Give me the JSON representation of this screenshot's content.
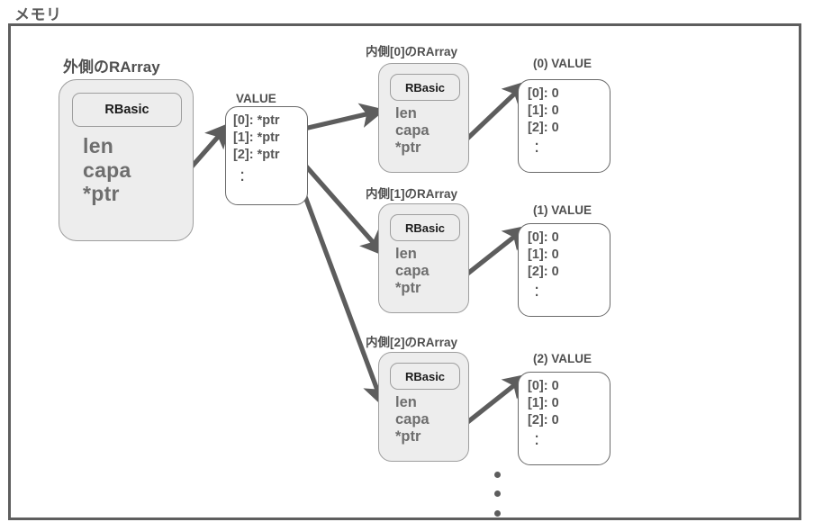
{
  "diagram": {
    "title": "メモリ",
    "outer": {
      "caption": "外側のRArray",
      "rbasic_label": "RBasic",
      "fields": "len\ncapa\n*ptr"
    },
    "value_array": {
      "caption": "VALUE",
      "slots": "[0]: *ptr\n[1]: *ptr\n[2]: *ptr",
      "ellipsis": "·\n·"
    },
    "inner_arrays": [
      {
        "caption": "内側[0]のRArray",
        "rbasic_label": "RBasic",
        "fields": "len\ncapa\n*ptr"
      },
      {
        "caption": "内側[1]のRArray",
        "rbasic_label": "RBasic",
        "fields": "len\ncapa\n*ptr"
      },
      {
        "caption": "内側[2]のRArray",
        "rbasic_label": "RBasic",
        "fields": "len\ncapa\n*ptr"
      }
    ],
    "inner_values": [
      {
        "caption": "(0) VALUE",
        "slots": "[0]: 0\n[1]: 0\n[2]: 0",
        "ellipsis": "·\n·"
      },
      {
        "caption": "(1) VALUE",
        "slots": "[0]: 0\n[1]: 0\n[2]: 0",
        "ellipsis": "·\n·"
      },
      {
        "caption": "(2) VALUE",
        "slots": "[0]: 0\n[1]: 0\n[2]: 0",
        "ellipsis": "·\n·"
      }
    ],
    "colors": {
      "frame_border": "#5e5e5e",
      "box_fill": "#ededed",
      "box_border": "#9e9e9e",
      "value_border": "#6a6a6a",
      "arrow": "#5d5d5d",
      "field_text": "#6e6e6e",
      "title_text": "#595959"
    }
  }
}
